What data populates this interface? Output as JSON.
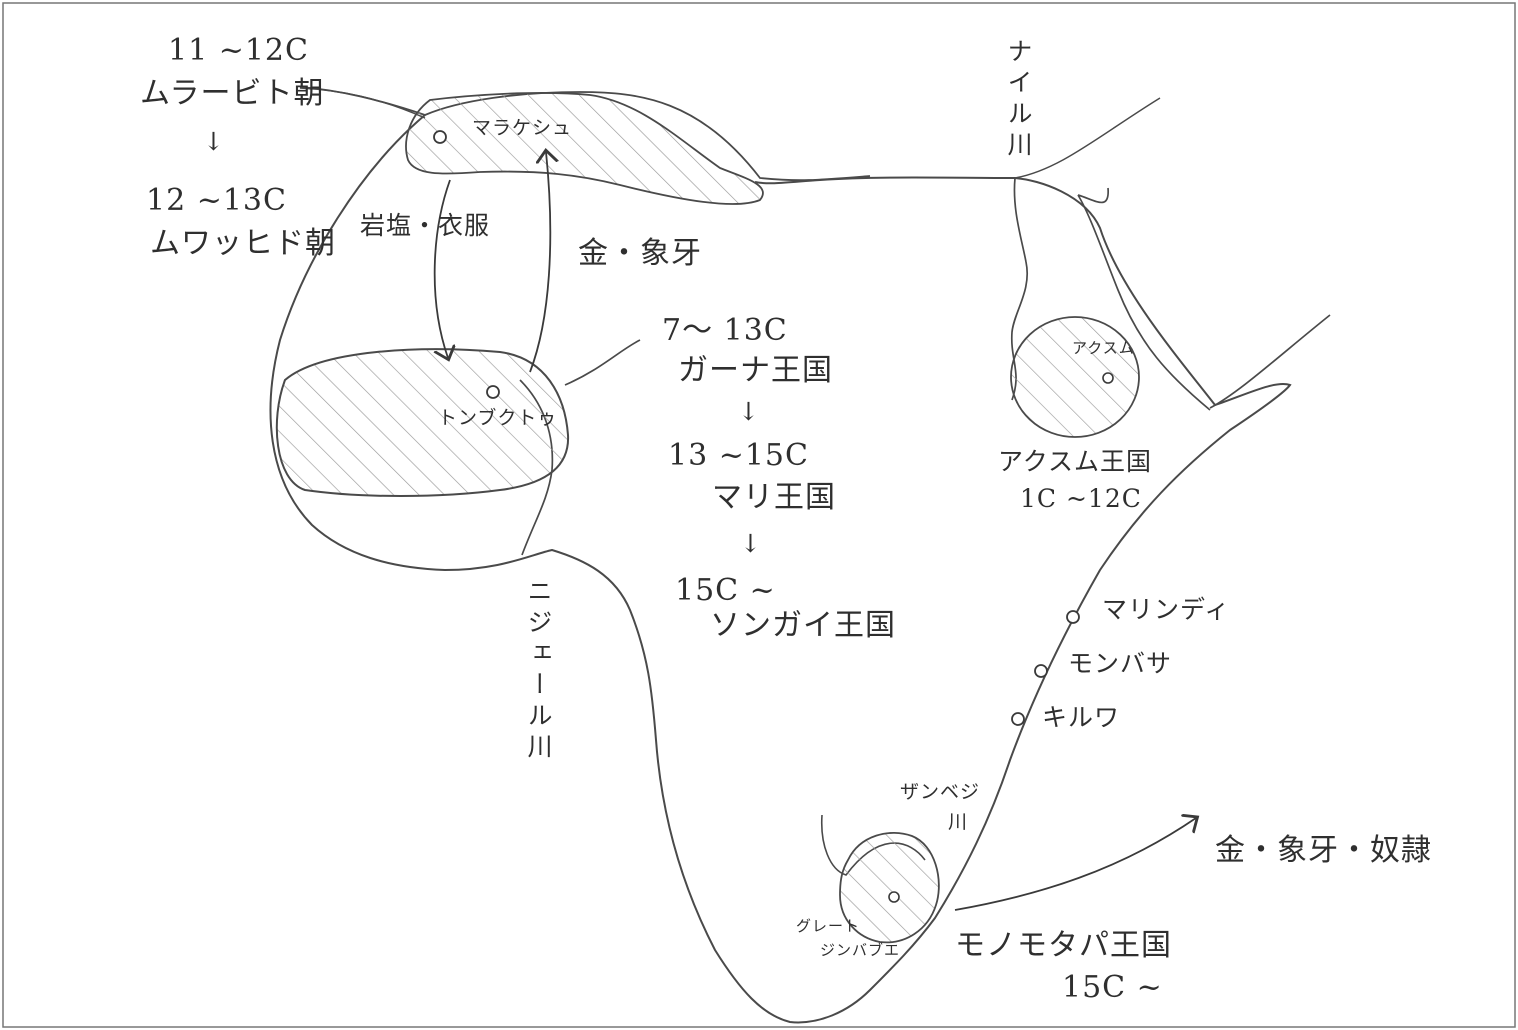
{
  "map": {
    "north_africa": {
      "period1": "11 ~12C",
      "dynasty1": "ムラービト朝",
      "arrow": "↓",
      "period2": "12 ~13C",
      "dynasty2": "ムワッヒド朝",
      "city": "マラケシュ"
    },
    "trade_north": {
      "goods_south": "岩塩・衣服",
      "goods_north": "金・象牙"
    },
    "west_africa": {
      "city": "トンブクトゥ",
      "k1_period": "7～ 13C",
      "k1_name": "ガーナ王国",
      "arrow1": "↓",
      "k2_period": "13 ~15C",
      "k2_name": "マリ王国",
      "arrow2": "↓",
      "k3_period": "15C ~",
      "k3_name": "ソンガイ王国"
    },
    "rivers": {
      "nile": "ナイル川",
      "niger": "ニジェール川",
      "zambezi_line1": "ザンベジ",
      "zambezi_line2": "川"
    },
    "east_africa": {
      "aksum_city": "アクスム",
      "aksum_kingdom": "アクスム王国",
      "aksum_period": "1C ~12C",
      "port1": "マリンディ",
      "port2": "モンバサ",
      "port3": "キルワ"
    },
    "south_africa": {
      "site_line1": "グレート",
      "site_line2": "ジンバブエ",
      "kingdom": "モノモタパ王国",
      "period": "15C ~",
      "export_goods": "金・象牙・奴隷"
    }
  }
}
